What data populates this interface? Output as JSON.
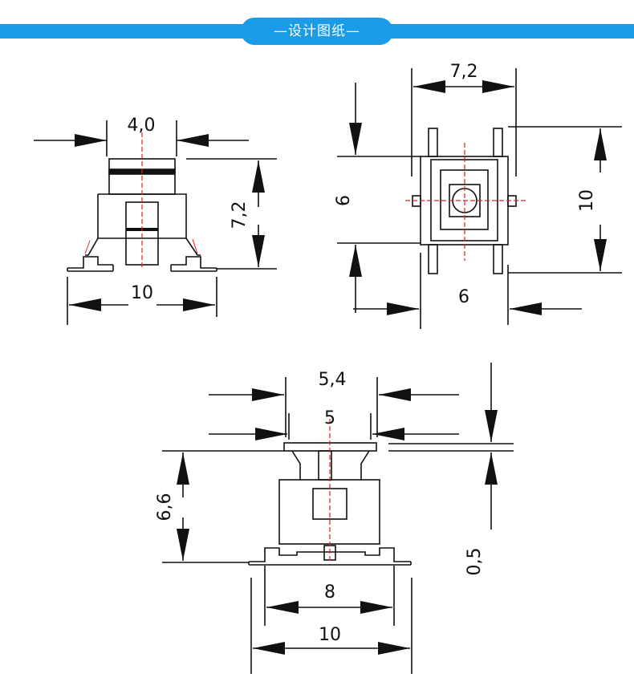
{
  "header": {
    "title": "—设计图纸—"
  },
  "view_top_left": {
    "width_dim": "4,0",
    "height_dim": "7,2",
    "base_dim": "10"
  },
  "view_top_right": {
    "top_dim": "7,2",
    "left_dim": "6",
    "right_dim": "10",
    "bottom_dim": "6"
  },
  "view_bottom": {
    "top_dim": "5,4",
    "inner_dim": "5",
    "height_dim": "6,6",
    "thickness_dim": "0,5",
    "pad_dim": "8",
    "base_dim": "10"
  },
  "colors": {
    "banner": "#1a9be8",
    "line": "#111111",
    "center_line": "#e02020"
  }
}
